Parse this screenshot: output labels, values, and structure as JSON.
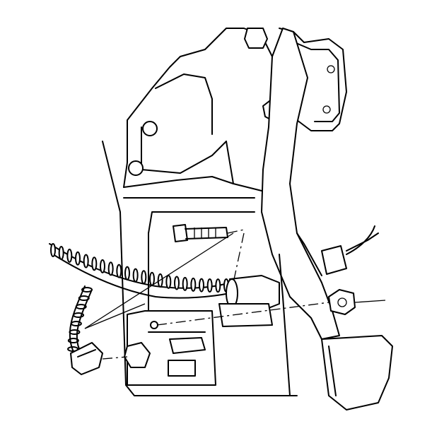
{
  "colors": {
    "line": "#000000",
    "background": "#ffffff"
  },
  "parts": [
    "brake-pedal-bracket",
    "brake-pedal-arm",
    "pedal-pad",
    "wiring-harness",
    "harness-clip",
    "bolt",
    "nut",
    "connector"
  ]
}
